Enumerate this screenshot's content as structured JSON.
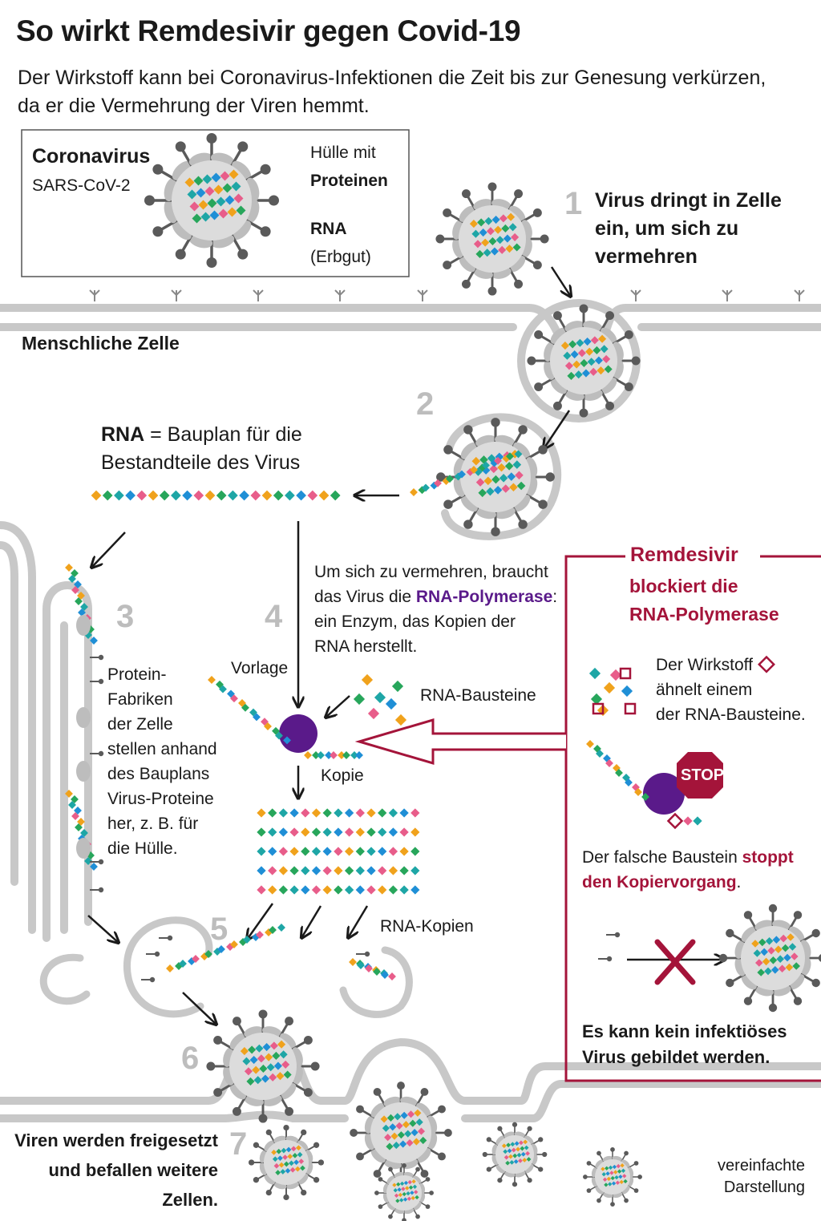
{
  "title": "So wirkt Remdesivir gegen Covid-19",
  "subtitle": "Der Wirkstoff kann bei Coronavirus-Infektionen die Zeit bis zur Genesung verkürzen, da er die Vermehrung der Viren hemmt.",
  "legend": {
    "virus_name": "Coronavirus",
    "virus_code": "SARS-CoV-2",
    "shell_line1": "Hülle mit",
    "shell_line2": "Proteinen",
    "rna_label": "RNA",
    "rna_note": "(Erbgut)"
  },
  "cell_label": "Menschliche Zelle",
  "steps": {
    "s1": {
      "num": "1",
      "line1": "Virus dringt in Zelle",
      "line2": "ein, um sich zu",
      "line3": "vermehren"
    },
    "s2": {
      "num": "2",
      "bold": "RNA",
      "line1_rest": " = Bauplan für die",
      "line2": "Bestandteile des Virus"
    },
    "s3": {
      "num": "3",
      "lines": [
        "Protein-",
        "Fabriken",
        "der Zelle",
        "stellen anhand",
        "des Bauplans",
        "Virus-Proteine",
        "her, z. B. für",
        "die Hülle."
      ]
    },
    "s4": {
      "num": "4",
      "line1": "Um sich zu vermehren, braucht",
      "line2_pre": "das Virus die ",
      "line2_em": "RNA-Polymerase",
      "line2_post": ":",
      "line3": "ein Enzym, das Kopien der",
      "line4": "RNA herstellt.",
      "template": "Vorlage",
      "building_blocks": "RNA-Bausteine",
      "copy": "Kopie"
    },
    "s5": {
      "num": "5",
      "copies": "RNA-Kopien"
    },
    "s6": {
      "num": "6"
    },
    "s7": {
      "num": "7",
      "line1": "Viren werden freigesetzt",
      "line2": "und befallen weitere",
      "line3": "Zellen."
    }
  },
  "remdesivir": {
    "title": "Remdesivir",
    "line1": "blockiert die",
    "line2": "RNA-Polymerase",
    "sim1": "Der Wirkstoff",
    "sim2": "ähnelt einem",
    "sim3": "der RNA-Bausteine.",
    "stop": "STOP",
    "wrong_pre": "Der falsche Baustein ",
    "wrong_em1": "stoppt",
    "wrong_em2": "den Kopiervorgang",
    "wrong_post": ".",
    "result1": "Es kann kein infektiöses",
    "result2": "Virus gebildet werden."
  },
  "footnote1": "vereinfachte",
  "footnote2": "Darstellung",
  "colors": {
    "orange": "#f0a21c",
    "green": "#27a65b",
    "teal": "#1ea6a6",
    "blue": "#1f8fd6",
    "pink": "#e85d8a",
    "red": "#a4143a",
    "purple": "#5a1a8a",
    "gray": "#c8c8c8",
    "dark": "#5a5a5a"
  }
}
